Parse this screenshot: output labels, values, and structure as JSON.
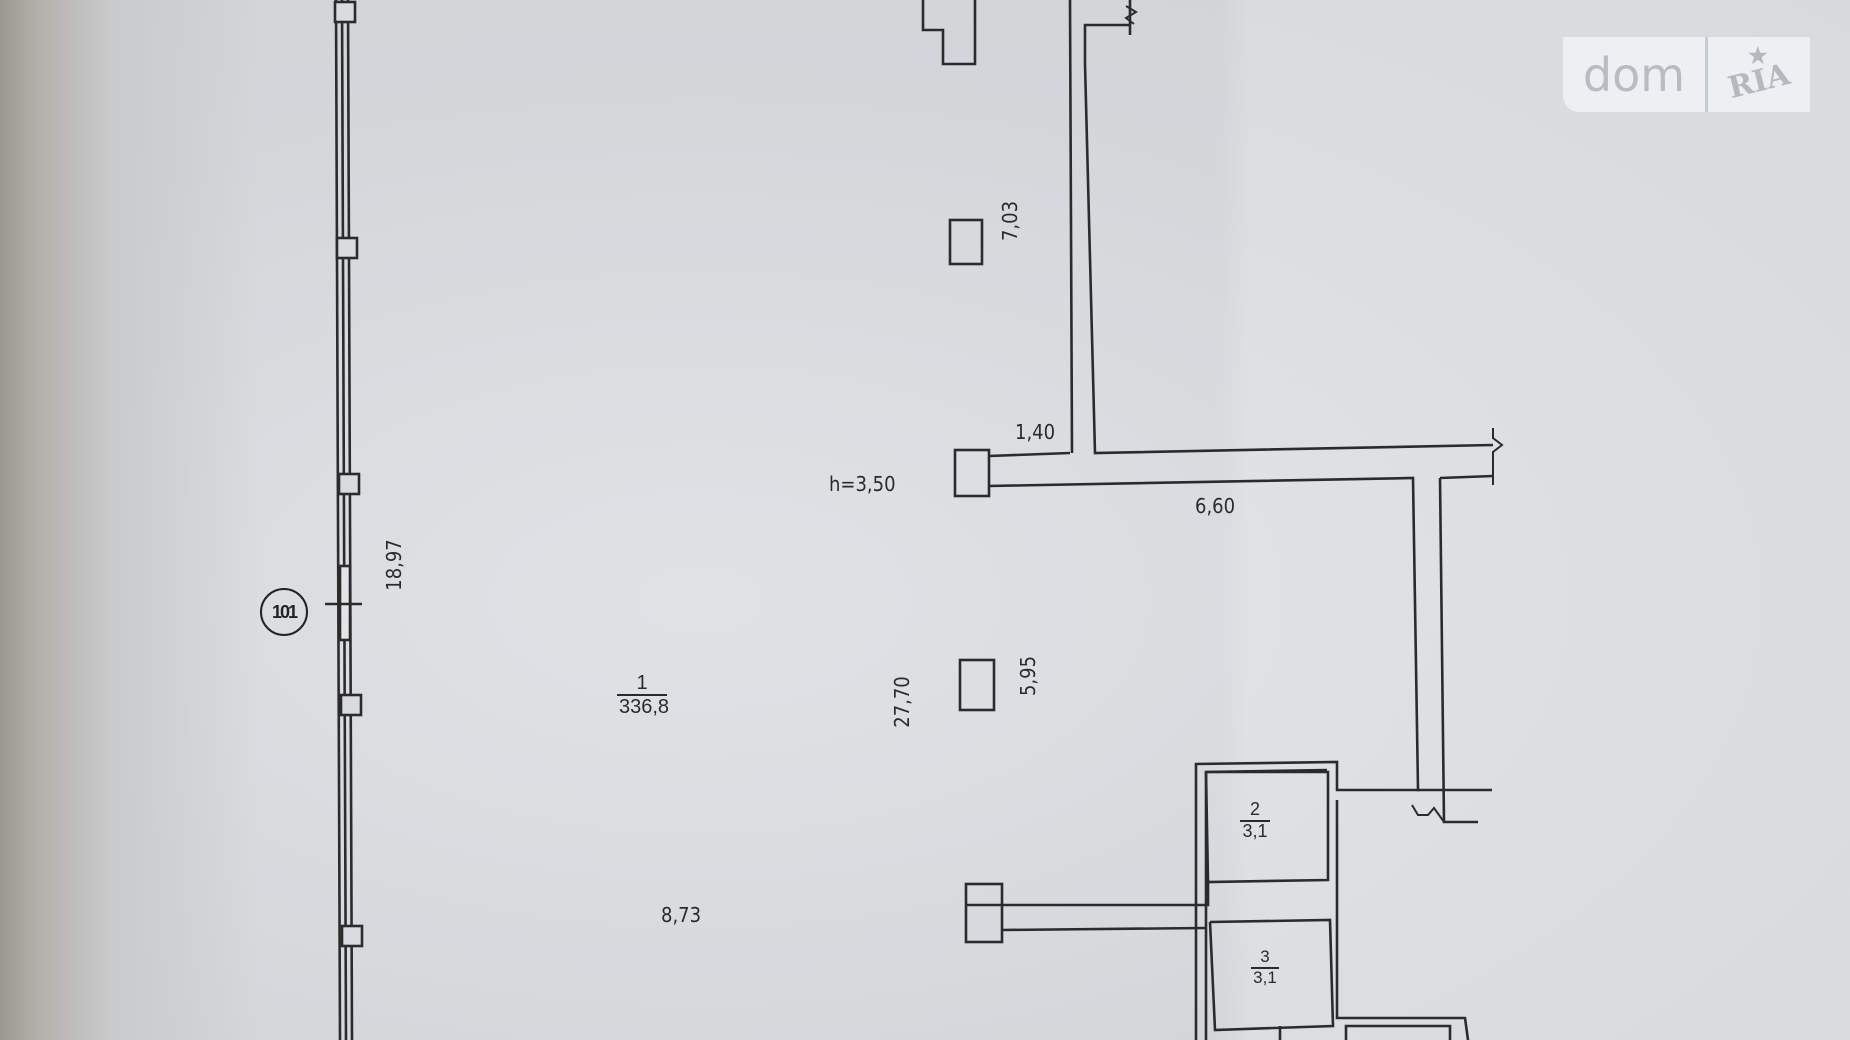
{
  "watermark": {
    "left_text": "dom",
    "right_text": "RIA",
    "icon": "star-icon",
    "colors": {
      "background": "#edf0f2",
      "text": "#b8bcc0"
    }
  },
  "plan": {
    "axis_marker": "101",
    "ceiling_height": "h=3,50",
    "rooms": [
      {
        "number": "1",
        "area": "336,8"
      },
      {
        "number": "2",
        "area": "3,1"
      },
      {
        "number": "3",
        "area": "3,1"
      }
    ],
    "dimensions": {
      "d_7_03": "7,03",
      "d_1_40": "1,40",
      "d_6_60": "6,60",
      "d_18_97": "18,97",
      "d_27_70": "27,70",
      "d_5_95": "5,95",
      "d_8_73": "8,73"
    },
    "line_color": "#2b2b2b",
    "paper_color": "#d6dadd"
  }
}
